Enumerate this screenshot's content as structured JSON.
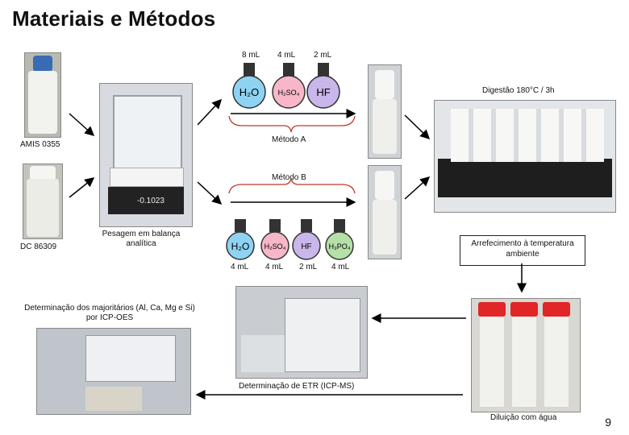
{
  "title": "Materiais e Métodos",
  "samples": [
    {
      "label": "AMIS 0355"
    },
    {
      "label": "DC 86309"
    }
  ],
  "weighing": {
    "label": "Pesagem em balança analítica",
    "display": "-0.1023"
  },
  "method_a": {
    "label": "Método A",
    "volumes": [
      "8 mL",
      "4 mL",
      "2 mL"
    ],
    "flasks": [
      {
        "formula": "H₂O",
        "color": "#8fd3f2"
      },
      {
        "formula": "H₂SO₄",
        "color": "#f7b7c8"
      },
      {
        "formula": "HF",
        "color": "#c9b6ea"
      }
    ]
  },
  "method_b": {
    "label": "Método B",
    "volumes": [
      "4 mL",
      "4 mL",
      "2 mL",
      "4 mL"
    ],
    "flasks": [
      {
        "formula": "H₂O",
        "color": "#8fd3f2"
      },
      {
        "formula": "H₂SO₄",
        "color": "#f7b7c8"
      },
      {
        "formula": "HF",
        "color": "#c9b6ea"
      },
      {
        "formula": "H₃PO₄",
        "color": "#b5e0a8"
      }
    ]
  },
  "digestion": {
    "label": "Digestão 180°C / 3h"
  },
  "cooling": {
    "label": "Arrefecimento à temperatura ambiente"
  },
  "dilution": {
    "label": "Diluição com água"
  },
  "icpms": {
    "label": "Determinação de ETR (ICP-MS)"
  },
  "icpoes": {
    "label": "Determinação dos majoritários (Al, Ca, Mg e Si) por ICP-OES"
  },
  "page_number": "9"
}
